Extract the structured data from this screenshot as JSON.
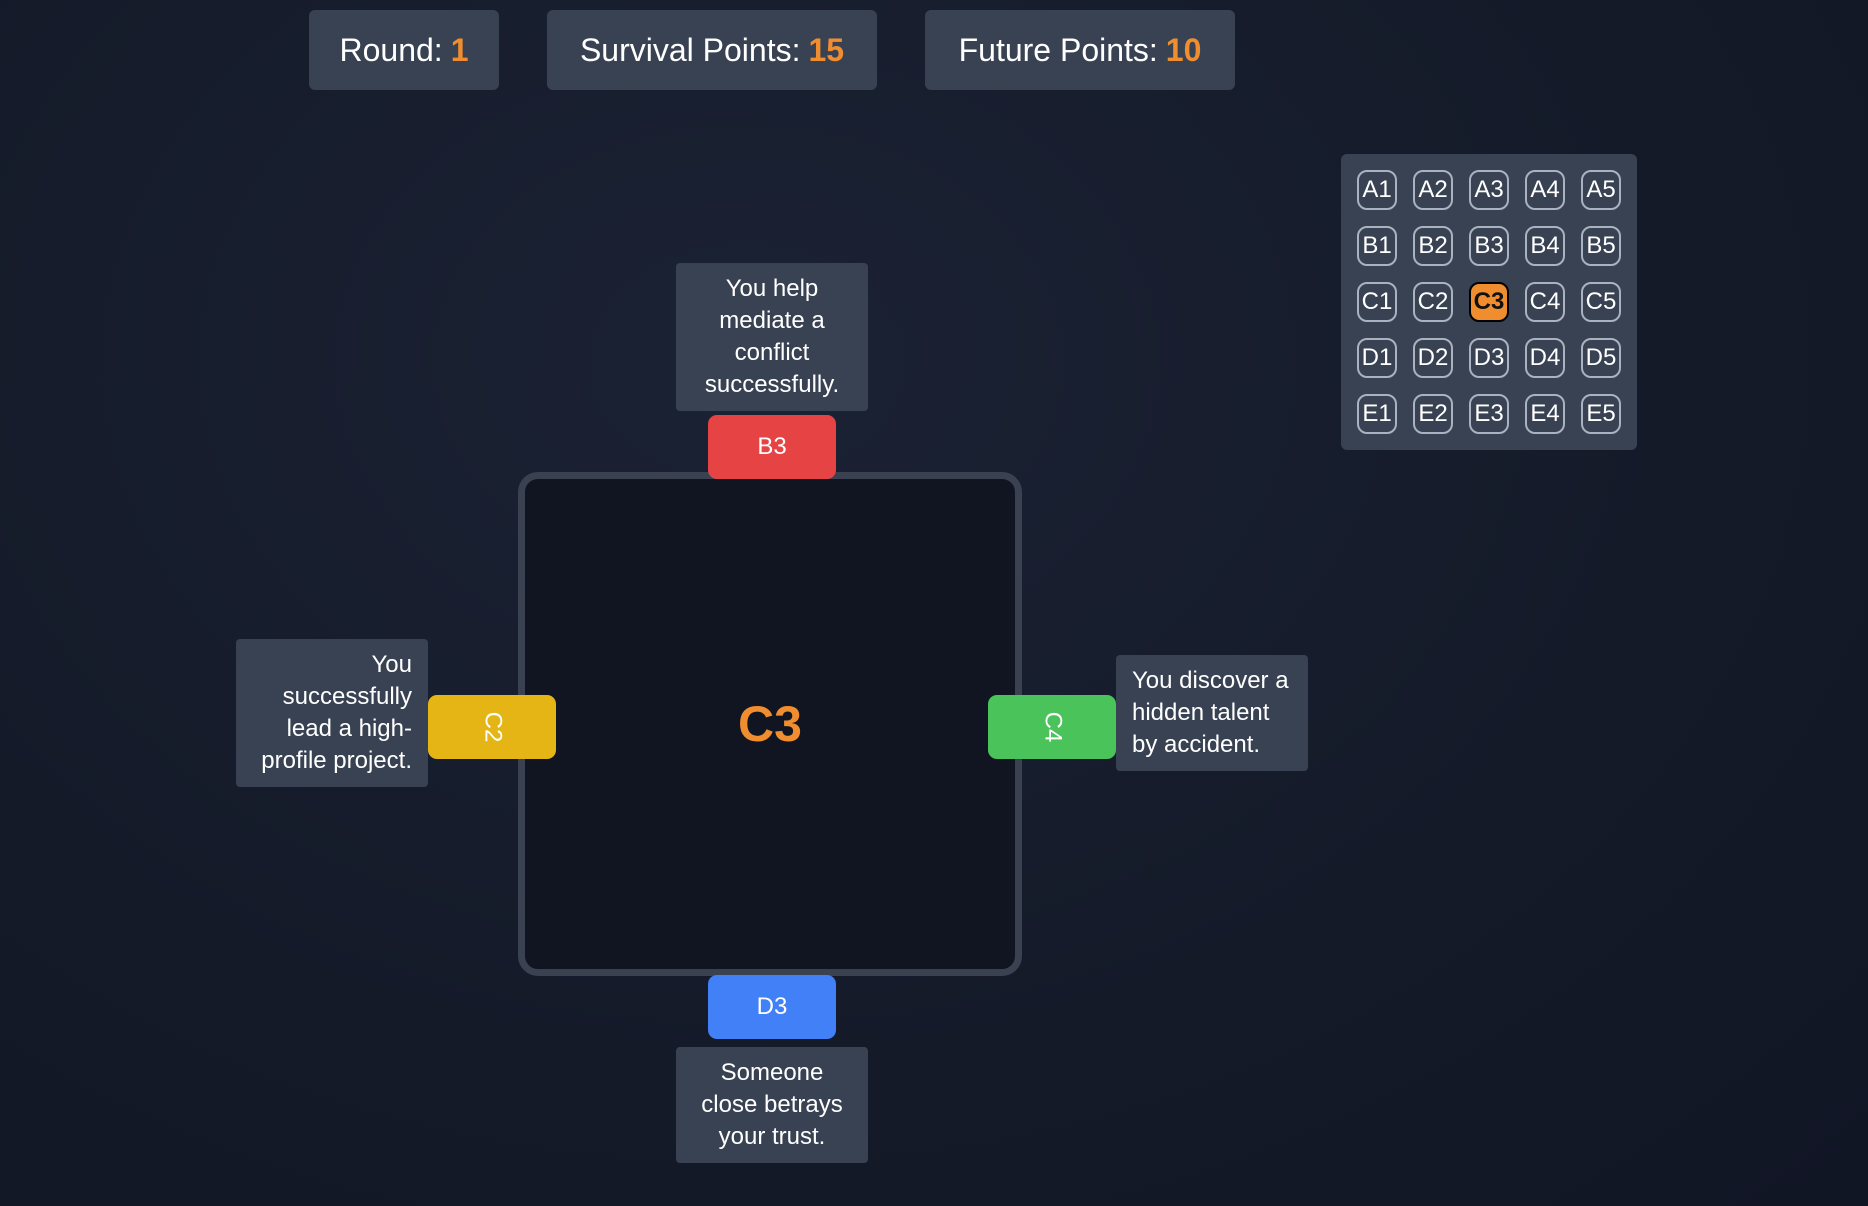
{
  "stats": {
    "round_label": "Round:",
    "round_value": "1",
    "survival_label": "Survival Points:",
    "survival_value": "15",
    "future_label": "Future Points:",
    "future_value": "10"
  },
  "colors": {
    "accent": "#f08d2f",
    "up": "#e64444",
    "down": "#4180f7",
    "left": "#e4b515",
    "right": "#49c35a",
    "panel": "#394253"
  },
  "board": {
    "current": "C3"
  },
  "directions": {
    "up": {
      "label": "B3",
      "text": "You help mediate a conflict successfully."
    },
    "down": {
      "label": "D3",
      "text": "Someone close betrays your trust."
    },
    "left": {
      "label": "C2",
      "text": "You successfully lead a high-profile project."
    },
    "right": {
      "label": "C4",
      "text": "You discover a hidden talent by accident."
    }
  },
  "minimap": {
    "active": "C3",
    "rows": [
      [
        "A1",
        "A2",
        "A3",
        "A4",
        "A5"
      ],
      [
        "B1",
        "B2",
        "B3",
        "B4",
        "B5"
      ],
      [
        "C1",
        "C2",
        "C3",
        "C4",
        "C5"
      ],
      [
        "D1",
        "D2",
        "D3",
        "D4",
        "D5"
      ],
      [
        "E1",
        "E2",
        "E3",
        "E4",
        "E5"
      ]
    ]
  }
}
